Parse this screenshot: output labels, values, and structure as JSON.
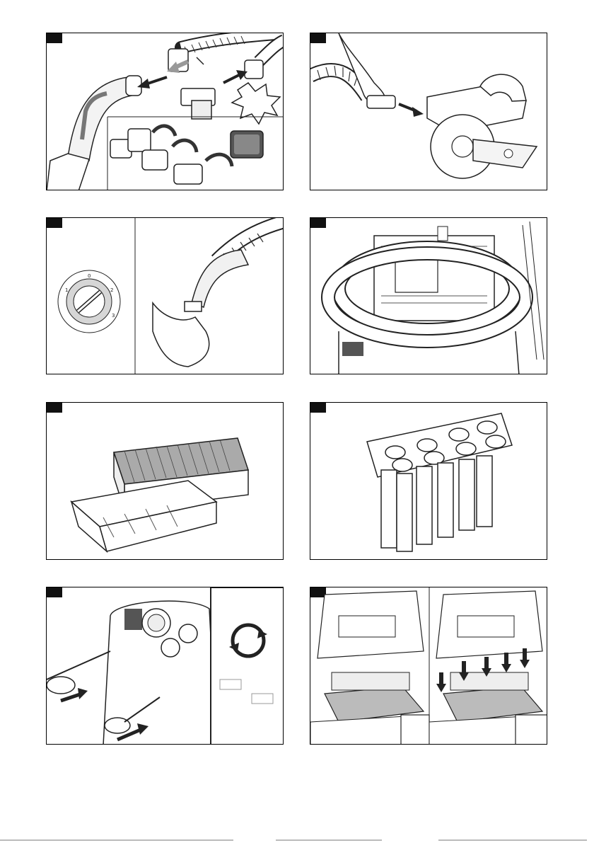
{
  "page": {
    "panels": [
      {
        "id": "p1",
        "subject": "hose-handle-and-adapters"
      },
      {
        "id": "p2",
        "subject": "power-tool-connection"
      },
      {
        "id": "p3",
        "subject": "suction-power-dial"
      },
      {
        "id": "p4",
        "subject": "hose-storage-on-head"
      },
      {
        "id": "p5",
        "subject": "flat-filter-and-basket"
      },
      {
        "id": "p6",
        "subject": "filter-bags-cassette"
      },
      {
        "id": "p7",
        "subject": "filter-cleaning-screwdriver"
      },
      {
        "id": "p8",
        "subject": "filter-insertion"
      }
    ],
    "dial": {
      "labels": [
        "0",
        "1",
        "2",
        "3"
      ]
    }
  }
}
